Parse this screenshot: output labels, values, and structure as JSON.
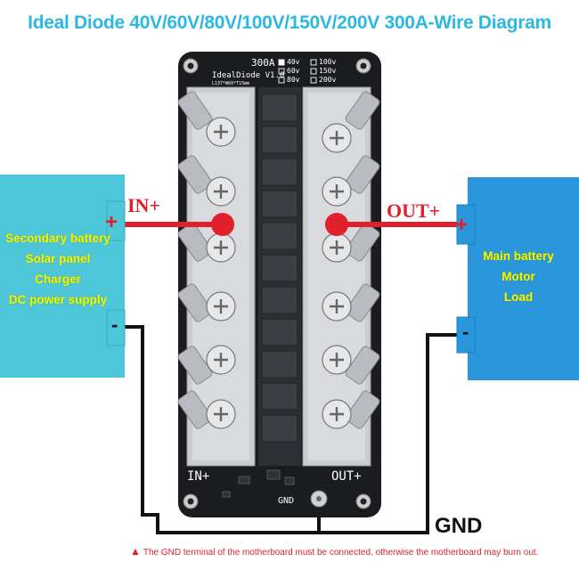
{
  "title": "Ideal Diode 40V/60V/80V/100V/150V/200V 300A-Wire Diagram",
  "source_box": {
    "items": [
      "Secondary battery",
      "Solar panel",
      "Charger",
      "DC power supply"
    ]
  },
  "load_box": {
    "items": [
      "Main battery",
      "Motor",
      "Load"
    ]
  },
  "labels": {
    "in": "IN+",
    "out": "OUT+",
    "gnd": "GND",
    "plus_left": "+",
    "plus_right": "+",
    "minus_left": "-",
    "minus_right": "-"
  },
  "board": {
    "rating": "300A",
    "model": "IdealDiode V1.0",
    "dims": "L137*W60*T15mm",
    "voltages": [
      "40v",
      "60v",
      "80v",
      "100v",
      "150v",
      "200v"
    ],
    "silk_in": "IN+",
    "silk_out": "OUT+",
    "silk_gnd": "GND"
  },
  "warning": {
    "icon": "warning-triangle-icon",
    "text": "The GND terminal of the motherboard must be connected, otherwise the motherboard may burn out."
  },
  "colors": {
    "title": "#2cb8e0",
    "source_box": "#4ec6da",
    "load_box": "#2a96dc",
    "positive_wire": "#e0202a",
    "ground_wire": "#111111",
    "box_text": "#f7f700"
  }
}
